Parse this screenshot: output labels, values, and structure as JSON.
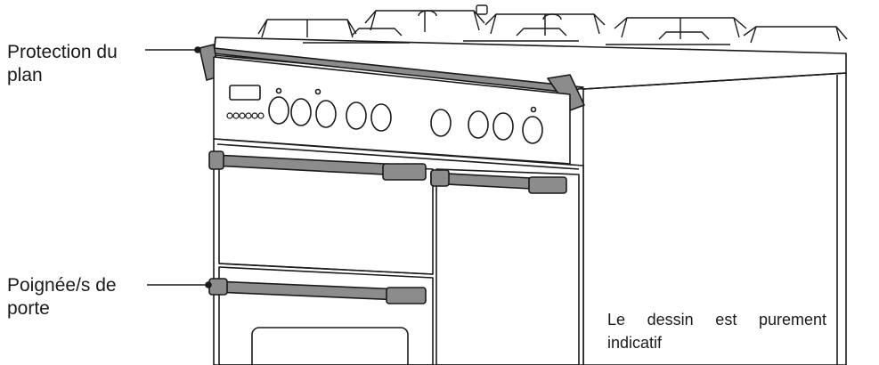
{
  "labels": {
    "worktop_protection": {
      "line1": "Protection du",
      "line2": "plan"
    },
    "door_handles": {
      "line1": "Poignée/s de",
      "line2": "porte"
    }
  },
  "note": {
    "line1": "Le dessin est purement",
    "line2": "indicatif"
  },
  "colors": {
    "stroke": "#1a1a1a",
    "handle": "#8c8c8c",
    "fill": "#ffffff"
  }
}
